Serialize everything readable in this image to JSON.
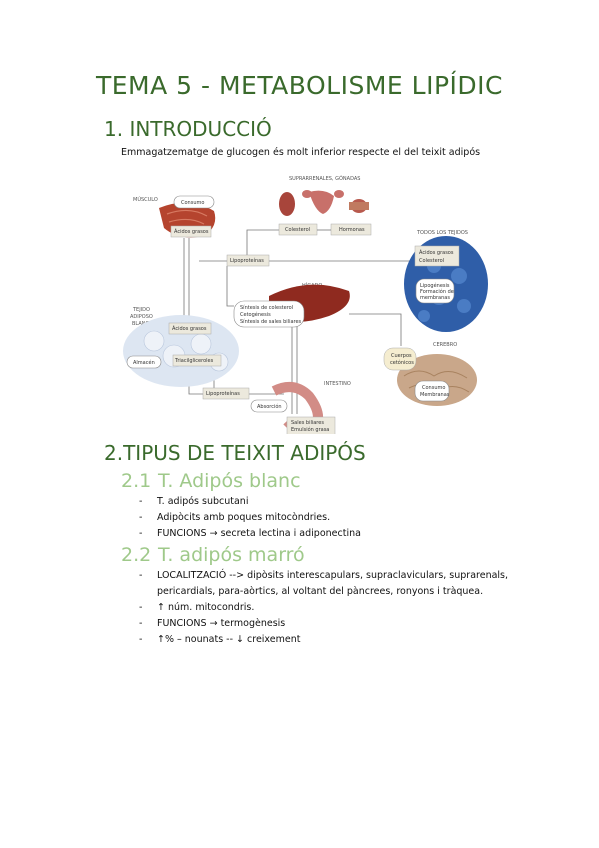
{
  "title": "TEMA 5 - METABOLISME LIPÍDIC",
  "section1": {
    "heading": "1. INTRODUCCIÓ",
    "text": "Emmagatzematge de glucogen és molt inferior respecte el del teixit adipós"
  },
  "diagram": {
    "musculo": "MÚSCULO",
    "consumo": "Consumo",
    "acidos_grasos_musculo": "Ácidos grasos",
    "suprarrenales": "SUPRARRENALES, GÓNADAS",
    "colesterol": "Colesterol",
    "hormonas": "Hormonas",
    "todos_tejidos": "TODOS LOS TEJIDOS",
    "acidos_colesterol_1": "Ácidos grasos",
    "acidos_colesterol_2": "Colesterol",
    "lipoproteinas_top": "Lipoproteínas",
    "lipogenesis_1": "Lipogénesis",
    "lipogenesis_2": "Formación de",
    "lipogenesis_3": "membranas",
    "higado": "HÍGADO",
    "sintesis_1": "Síntesis de colesterol",
    "sintesis_2": "Cetogénesis",
    "sintesis_3": "Síntesis de sales biliares",
    "tejido_1": "TEJIDO",
    "tejido_2": "ADIPOSO",
    "tejido_3": "BLANCO",
    "acidos_grasos_adiposo": "Ácidos grasos",
    "almacen": "Almacén",
    "triacilgliceroles": "Triacilgliceroles",
    "cerebro": "CEREBRO",
    "cuerpos_1": "Cuerpos",
    "cuerpos_2": "cetónicos",
    "consumo_membranas_1": "Consumo",
    "consumo_membranas_2": "Membranas",
    "intestino": "INTESTINO",
    "lipoproteinas_bottom": "Lipoproteínas",
    "absorcion": "Absorción",
    "sales_1": "Sales biliares",
    "sales_2": "Emulsión grasa"
  },
  "section2": {
    "heading": "2.TIPUS DE TEIXIT ADIPÓS",
    "sub1": {
      "number": "2.1",
      "heading": "T. Adipós blanc",
      "items": [
        "T. adipós subcutani",
        "Adipòcits amb poques mitocòndries.",
        "FUNCIONS → secreta lectina i adiponectina"
      ]
    },
    "sub2": {
      "number": "2.2",
      "heading": "T. adipós marró",
      "items": [
        "LOCALITZACIÓ --> dipòsits interescapulars, supraclaviculars, suprarenals,",
        "pericardials, para-aòrtics, al voltant del pàncrees, ronyons i tràquea.",
        "↑ núm. mitocondris.",
        "FUNCIONS → termogènesis",
        "↑% – nounats -- ↓ creixement"
      ]
    }
  },
  "colors": {
    "heading_dark_green": "#3a6a2c",
    "heading_light_green": "#9fc98a"
  }
}
